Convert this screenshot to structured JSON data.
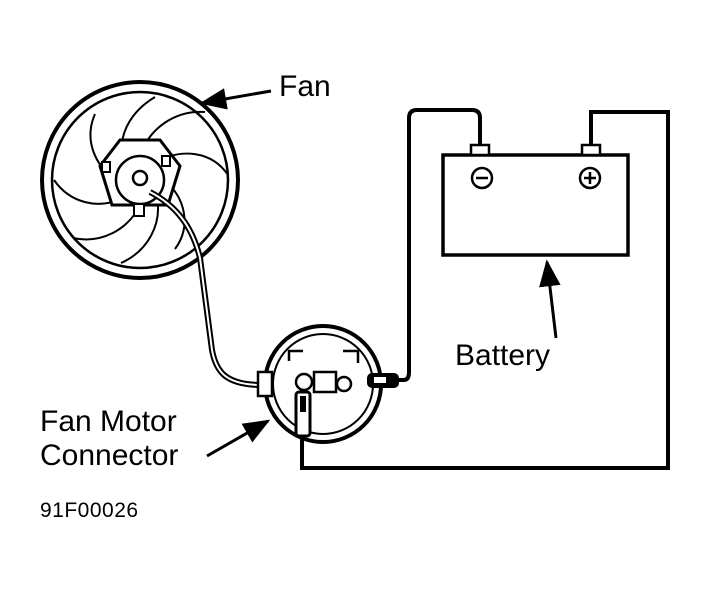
{
  "labels": {
    "fan": "Fan",
    "battery": "Battery",
    "connector_line1": "Fan Motor",
    "connector_line2": "Connector",
    "figure_id": "91F00026"
  },
  "battery_terminals": {
    "negative_symbol": "−",
    "positive_symbol": "+"
  },
  "icons": [
    "fan-icon",
    "battery-icon",
    "connector-icon",
    "arrow-icon"
  ],
  "colors": {
    "line": "#000000",
    "background": "#ffffff"
  }
}
